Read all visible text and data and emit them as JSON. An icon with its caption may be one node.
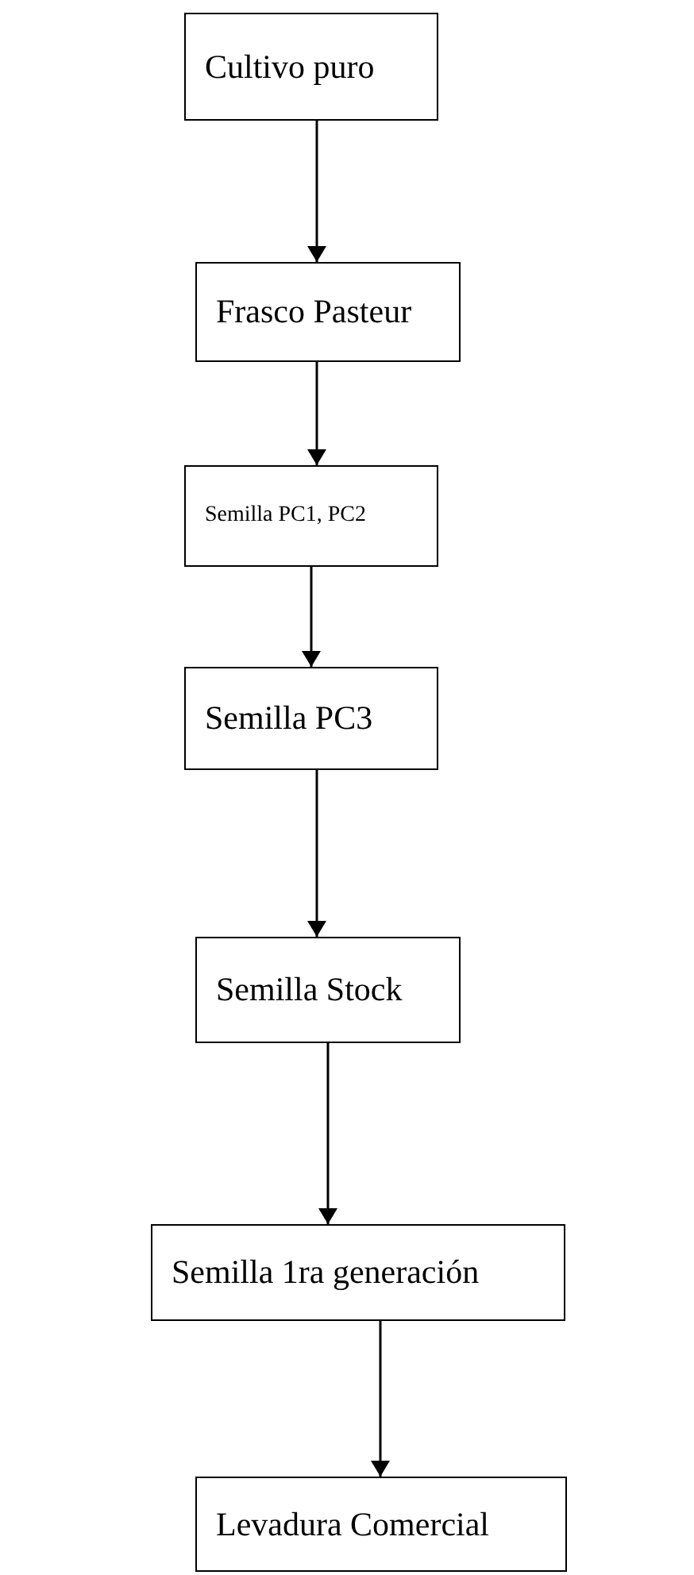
{
  "diagram": {
    "nodes": [
      {
        "text": [
          "Cultivo puro"
        ]
      },
      {
        "text": [
          "Frasco Pasteur"
        ]
      },
      {
        "text": [
          "Semilla PC1, PC2"
        ]
      },
      {
        "text": [
          "Semilla PC3"
        ]
      },
      {
        "text": [
          "Semilla Stock"
        ]
      },
      {
        "text": [
          "Semilla 1ra generación"
        ]
      },
      {
        "text": [
          "Levadura Comercial"
        ]
      }
    ],
    "edges": [
      {
        "from": 0,
        "to": 1,
        "arrow": "to"
      },
      {
        "from": 1,
        "to": 2,
        "arrow": "to"
      },
      {
        "from": 2,
        "to": 3,
        "arrow": "to"
      },
      {
        "from": 3,
        "to": 4,
        "arrow": "to"
      },
      {
        "from": 4,
        "to": 5,
        "arrow": "to"
      },
      {
        "from": 5,
        "to": 6,
        "arrow": "to"
      }
    ]
  }
}
